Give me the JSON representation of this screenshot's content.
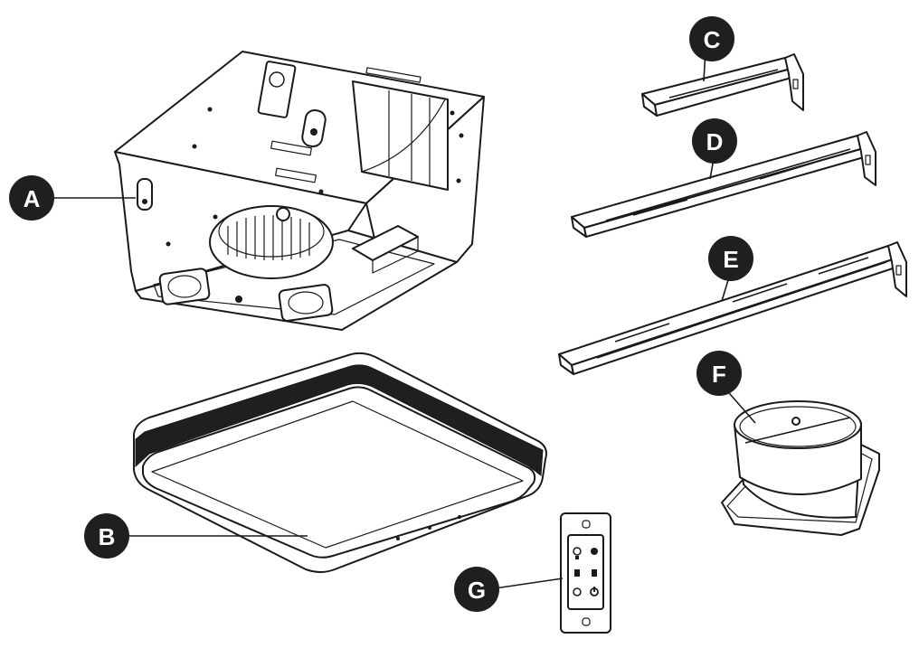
{
  "callouts": [
    {
      "id": "A",
      "label": "A",
      "part": "fan-housing"
    },
    {
      "id": "B",
      "label": "B",
      "part": "grille"
    },
    {
      "id": "C",
      "label": "C",
      "part": "short-bracket"
    },
    {
      "id": "D",
      "label": "D",
      "part": "medium-bracket"
    },
    {
      "id": "E",
      "label": "E",
      "part": "long-bracket"
    },
    {
      "id": "F",
      "label": "F",
      "part": "duct-connector"
    },
    {
      "id": "G",
      "label": "G",
      "part": "wall-switch"
    }
  ],
  "colors": {
    "badge": "#1f1f1f",
    "line": "#1a1a1a",
    "background": "#ffffff"
  }
}
